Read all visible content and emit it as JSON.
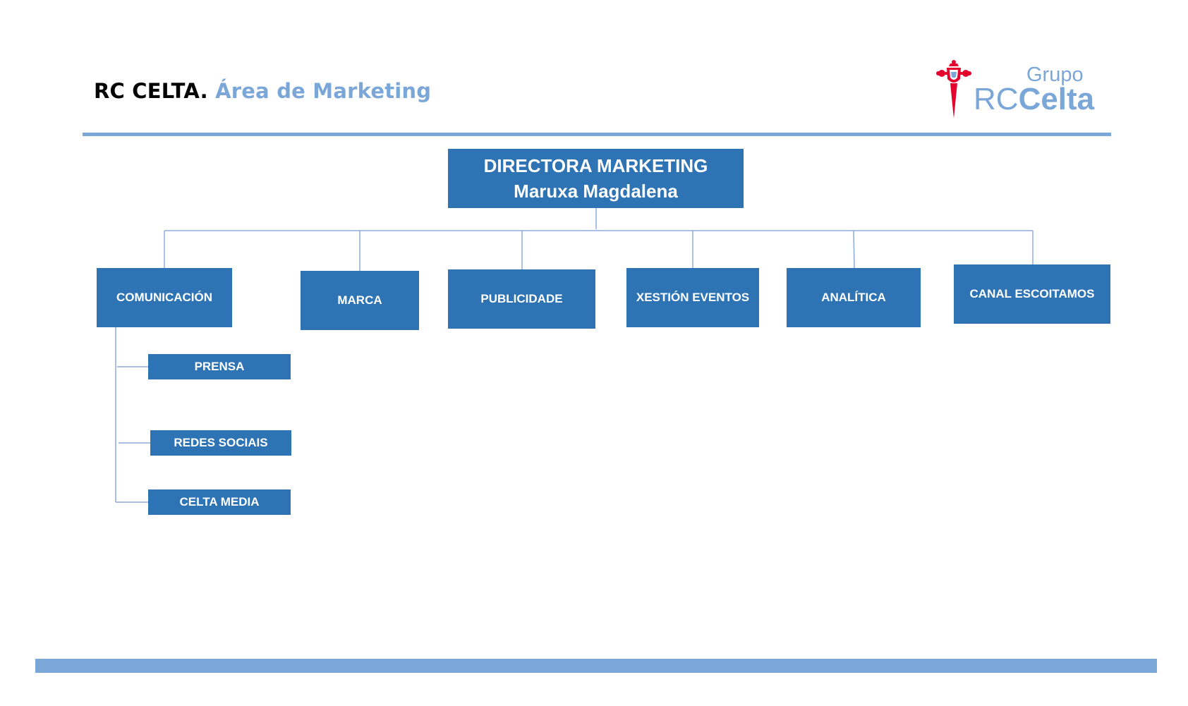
{
  "header": {
    "title_part1": "RC CELTA.",
    "title_part2": "Área  de Marketing"
  },
  "logo": {
    "word1": "Grupo",
    "word2_light": "RC",
    "word2_bold": "Celta",
    "icon": "celta-cross-crest-icon"
  },
  "org": {
    "head": {
      "role": "DIRECTORA MARKETING",
      "name": "Maruxa Magdalena"
    },
    "departments": [
      {
        "label": "COMUNICACIÓN"
      },
      {
        "label": "MARCA"
      },
      {
        "label": "PUBLICIDADE"
      },
      {
        "label": "XESTIÓN EVENTOS"
      },
      {
        "label": "ANALÍTICA"
      },
      {
        "label": "CANAL ESCOITAMOS"
      }
    ],
    "comunicacion_children": [
      {
        "label": "PRENSA"
      },
      {
        "label": "REDES SOCIAIS"
      },
      {
        "label": "CELTA MEDIA"
      }
    ]
  },
  "colors": {
    "box_fill": "#2e74b5",
    "accent_light_blue": "#7aa7d8",
    "connector": "#8eaadb",
    "logo_red": "#e4032e"
  }
}
